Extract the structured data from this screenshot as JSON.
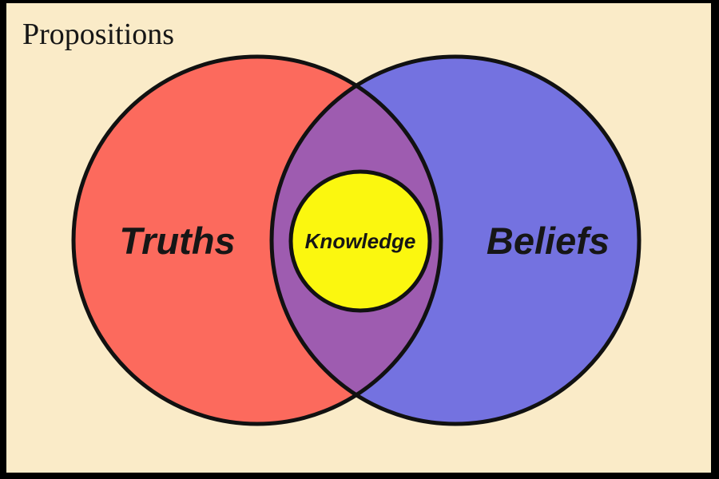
{
  "title": "Propositions",
  "diagram": {
    "type": "venn",
    "left_circle_label": "Truths",
    "right_circle_label": "Beliefs",
    "intersection_label": "Knowledge"
  },
  "colors": {
    "frame": "#000000",
    "background": "#FAEBC8",
    "left_circle": "#FC6A5D",
    "right_circle": "#7472E0",
    "intersection": "#9E5CB0",
    "center_circle": "#FBF70F",
    "outline": "#111111",
    "text": "#161616"
  }
}
